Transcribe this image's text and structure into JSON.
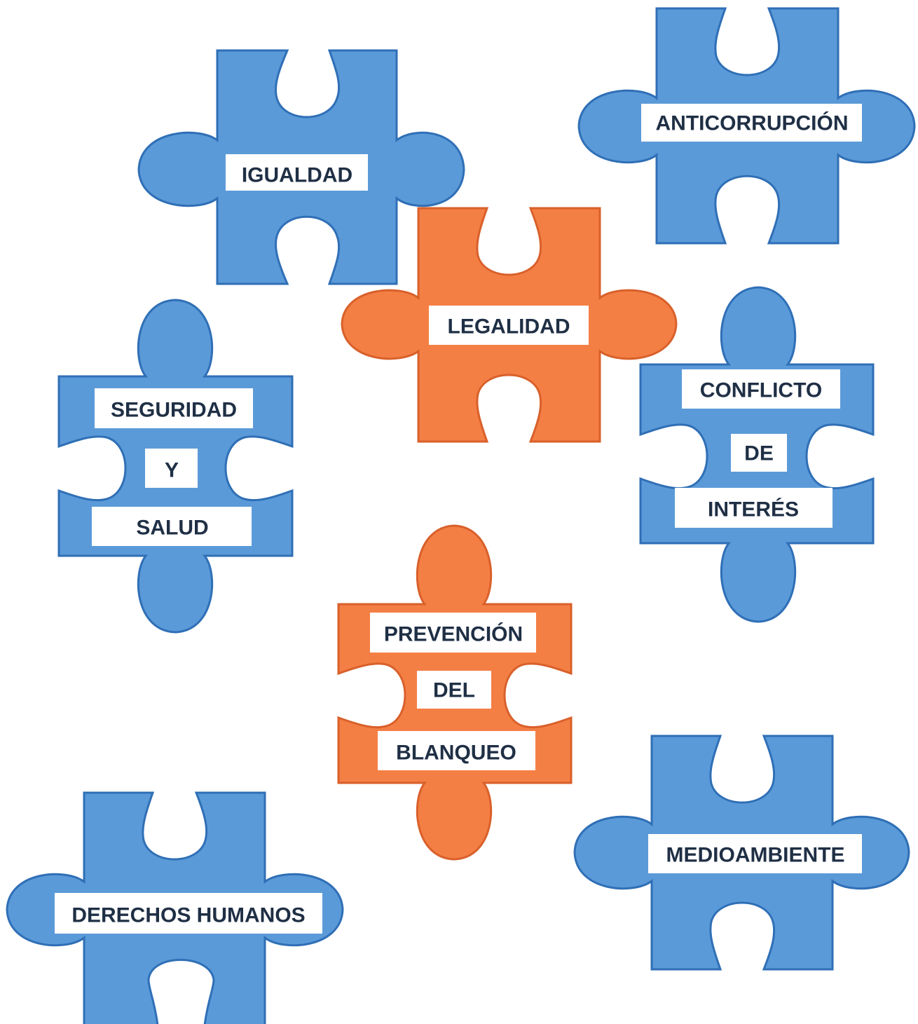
{
  "colors": {
    "blue": "#5b9ad8",
    "orange": "#f47f45",
    "label_text": "#1f2f45"
  },
  "pieces": [
    {
      "name": "piece-igualdad",
      "color": "blue",
      "labels": [
        "IGUALDAD"
      ]
    },
    {
      "name": "piece-anticorrupcion",
      "color": "blue",
      "labels": [
        "ANTICORRUPCIÓN"
      ]
    },
    {
      "name": "piece-legalidad",
      "color": "orange",
      "labels": [
        "LEGALIDAD"
      ]
    },
    {
      "name": "piece-seguridad-y-salud",
      "color": "blue",
      "labels": [
        "SEGURIDAD",
        "Y",
        "SALUD"
      ]
    },
    {
      "name": "piece-conflicto-de-interes",
      "color": "blue",
      "labels": [
        "CONFLICTO",
        "DE",
        "INTERÉS"
      ]
    },
    {
      "name": "piece-prevencion-del-blanqueo",
      "color": "orange",
      "labels": [
        "PREVENCIÓN",
        "DEL",
        "BLANQUEO"
      ]
    },
    {
      "name": "piece-derechos-humanos",
      "color": "blue",
      "labels": [
        "DERECHOS HUMANOS"
      ]
    },
    {
      "name": "piece-medioambiente",
      "color": "blue",
      "labels": [
        "MEDIOAMBIENTE"
      ]
    }
  ]
}
